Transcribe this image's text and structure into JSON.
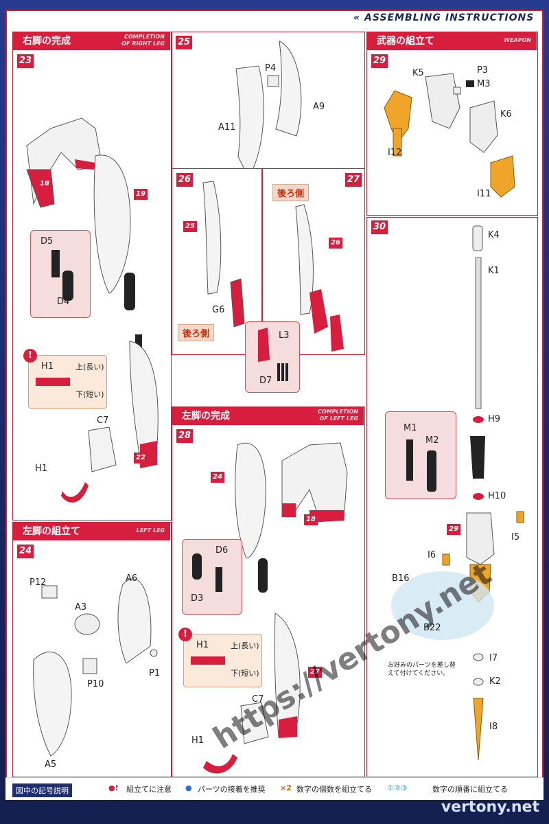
{
  "header": {
    "title": "ASSEMBLING INSTRUCTIONS"
  },
  "sections": {
    "right_leg_complete": {
      "title": "右脚の完成",
      "subtitle": "COMPLETION OF RIGHT LEG"
    },
    "left_leg_assembly": {
      "title": "左脚の組立て",
      "subtitle": "LEFT LEG"
    },
    "left_leg_complete": {
      "title": "左脚の完成",
      "subtitle": "COMPLETION OF LEFT LEG"
    },
    "weapon": {
      "title": "武器の組立て",
      "subtitle": "WEAPON"
    }
  },
  "steps": {
    "s23": {
      "num": "23",
      "parts": [
        "18",
        "19",
        "D5",
        "D4",
        "C7",
        "22",
        "H1"
      ]
    },
    "s24": {
      "num": "24",
      "parts": [
        "P12",
        "A6",
        "A3",
        "P1",
        "P10",
        "A5"
      ]
    },
    "s25": {
      "num": "25",
      "parts": [
        "P4",
        "A9",
        "A11"
      ]
    },
    "s26": {
      "num": "26",
      "parts": [
        "25",
        "G6"
      ],
      "back_label": "後ろ側"
    },
    "s27": {
      "num": "27",
      "parts": [
        "26",
        "L3",
        "D7"
      ],
      "back_label": "後ろ側"
    },
    "s28": {
      "num": "28",
      "parts": [
        "24",
        "18",
        "D6",
        "D3",
        "27",
        "C7",
        "H1"
      ]
    },
    "s29": {
      "num": "29",
      "parts": [
        "K5",
        "P3",
        "M3",
        "K6",
        "I12",
        "I11"
      ]
    },
    "s30": {
      "num": "30",
      "parts": [
        "K4",
        "K1",
        "H9",
        "M1",
        "M2",
        "H10",
        "29",
        "I5",
        "I6",
        "B16",
        "B22",
        "I7",
        "K2",
        "I8"
      ]
    }
  },
  "warning": {
    "part": "H1",
    "upper": "上(長い)",
    "lower": "下(短い)"
  },
  "note30": "お好みのパーツを差し替えて付けてください。",
  "legend": {
    "title": "図中の記号説明",
    "warn": "組立てに注意",
    "glue": "パーツの接着を推奨",
    "multi_key": "×2",
    "multi": "数字の個数を組立てる",
    "order": "数字の順番に組立てる"
  },
  "watermark": "https://vertony.net",
  "credit": "vertony.net",
  "colors": {
    "accent": "#d81e3f",
    "orange": "#f0a52a",
    "navy": "#1f2e73"
  }
}
